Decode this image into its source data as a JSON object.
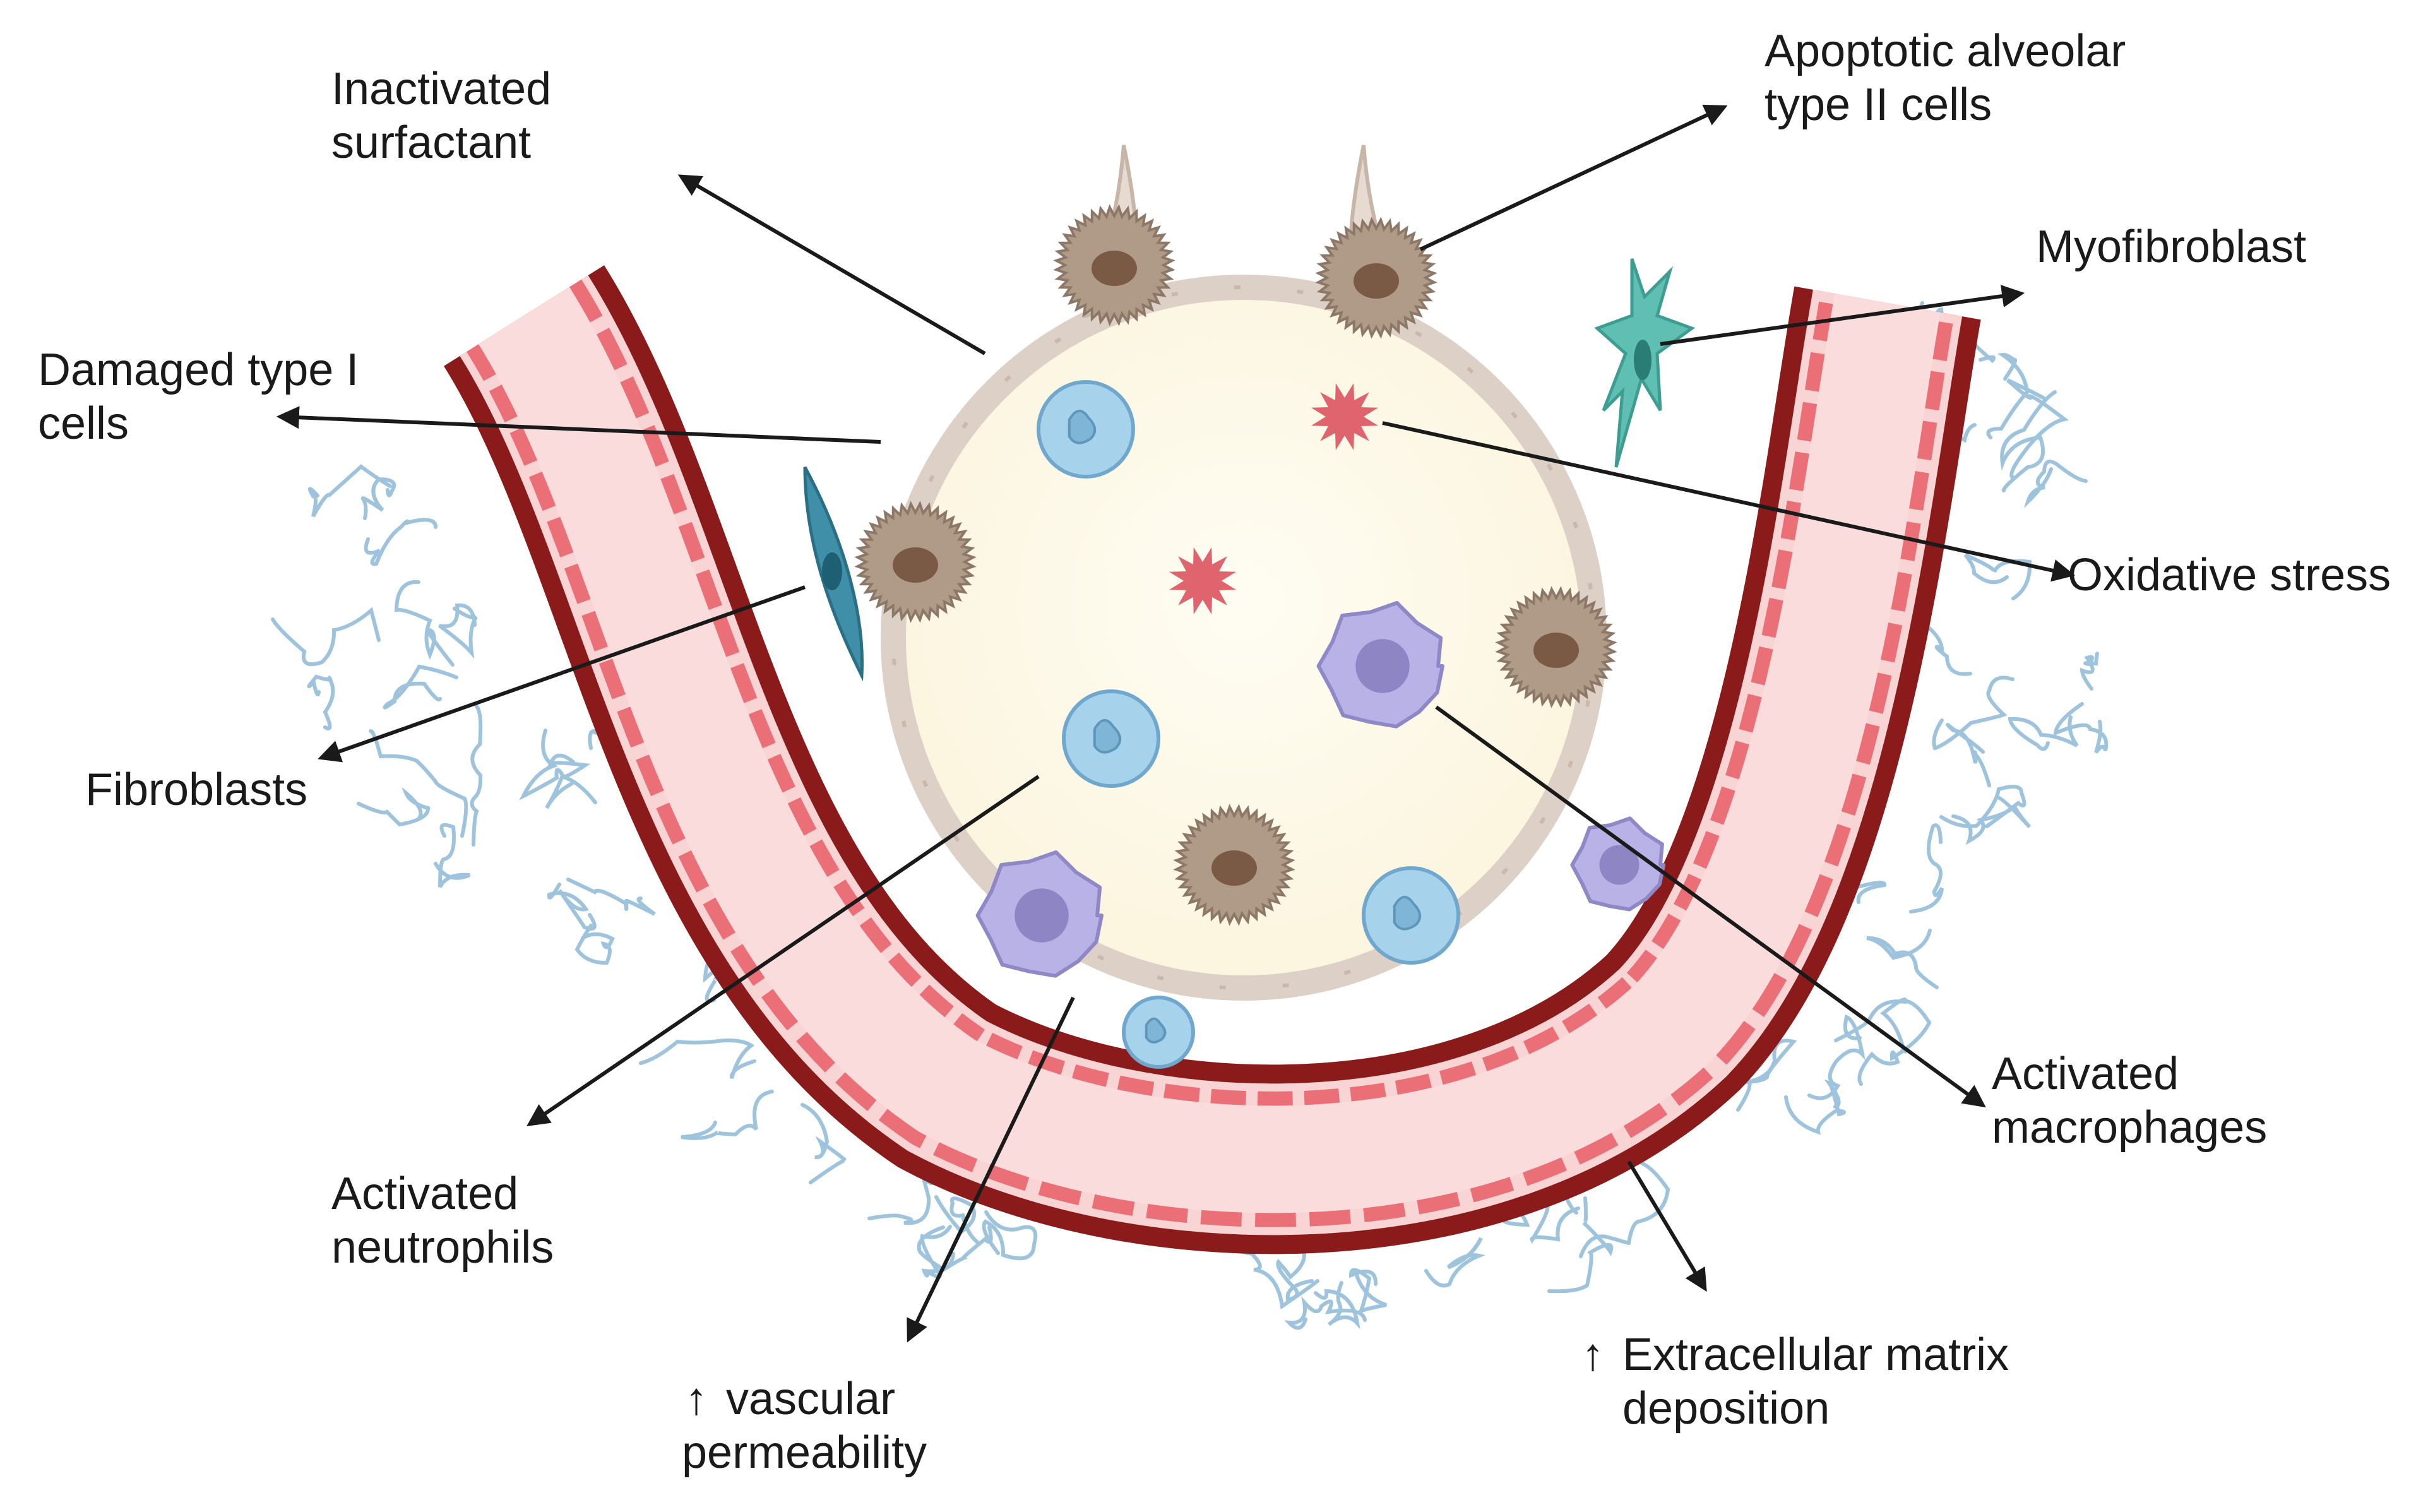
{
  "labels": {
    "inactivated_surfactant": [
      "Inactivated",
      "surfactant"
    ],
    "apoptotic_type2": [
      "Apoptotic alveolar",
      "type II cells"
    ],
    "myofibroblast": [
      "Myofibroblast"
    ],
    "damaged_type1": [
      "Damaged type I",
      "cells"
    ],
    "oxidative_stress": [
      "Oxidative stress"
    ],
    "fibroblasts": [
      "Fibroblasts"
    ],
    "activated_macrophages": [
      "Activated",
      "macrophages"
    ],
    "activated_neutrophils": [
      "Activated",
      "neutrophils"
    ],
    "vascular_permeability": [
      "vascular",
      "permeability"
    ],
    "ecm_deposition": [
      "Extracellular matrix",
      "deposition"
    ]
  },
  "up_arrow_glyph": "↑",
  "colors": {
    "vessel_wall": "#8b1a1a",
    "vessel_lumen": "#f9d4d4",
    "endothelium": "#e8646c",
    "alveolus_fill": "#fcf7e6",
    "alveolus_wall": "#ddd0c6",
    "type2_cell": "#b09a88",
    "neutrophil": "#a6d2ec",
    "macrophage": "#b8b2e6",
    "ros": "#e0646e",
    "fibroblast": "#3f8fa8",
    "myofibroblast": "#5fbfb2",
    "matrix_fibers": "#9ec3dd",
    "arrow": "#1a1a1a"
  }
}
